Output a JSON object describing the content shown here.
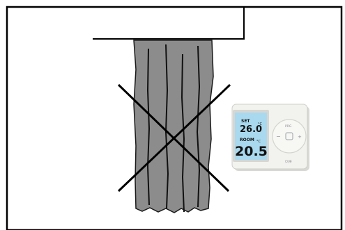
{
  "thermostat": {
    "set_label": "SET",
    "set_value": "26.0",
    "set_unit": "°C",
    "room_label": "ROOM",
    "room_value": "20.5",
    "room_unit": "°C",
    "prg_label": "PRG",
    "minus_label": "−",
    "plus_label": "+",
    "ok_label": "◻",
    "power_label": "⏻/❄"
  },
  "icons": {
    "cross": "cross-out-icon",
    "curtain": "curtain-icon",
    "thermostat": "thermostat-device-icon"
  },
  "colors": {
    "curtain_fill": "#8c8c8c",
    "lcd_backlight": "#a9d9ee",
    "device_body": "#f2f2ee",
    "frame": "#000000"
  }
}
